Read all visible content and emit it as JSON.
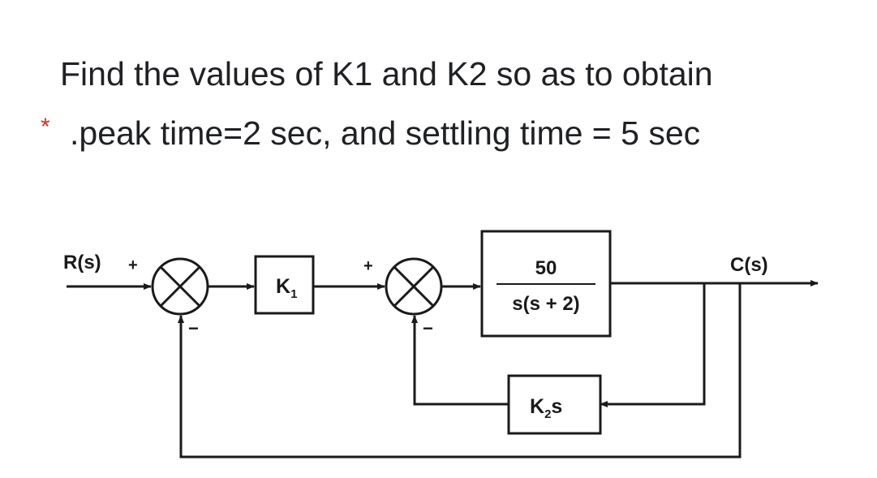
{
  "question": {
    "required_marker": "*",
    "line1": "Find the values of K1 and K2 so as to obtain",
    "line2": ".peak time=2 sec, and settling time = 5 sec"
  },
  "diagram": {
    "input_label": "R(s)",
    "output_label": "C(s)",
    "sum1_plus": "+",
    "sum1_minus": "−",
    "sum2_plus": "+",
    "sum2_minus": "−",
    "k1": {
      "base": "K",
      "sub": "1"
    },
    "plant": {
      "numerator": "50",
      "denominator": "s(s + 2)"
    },
    "k2s": {
      "base": "K",
      "sub": "2",
      "suffix": "s"
    }
  }
}
